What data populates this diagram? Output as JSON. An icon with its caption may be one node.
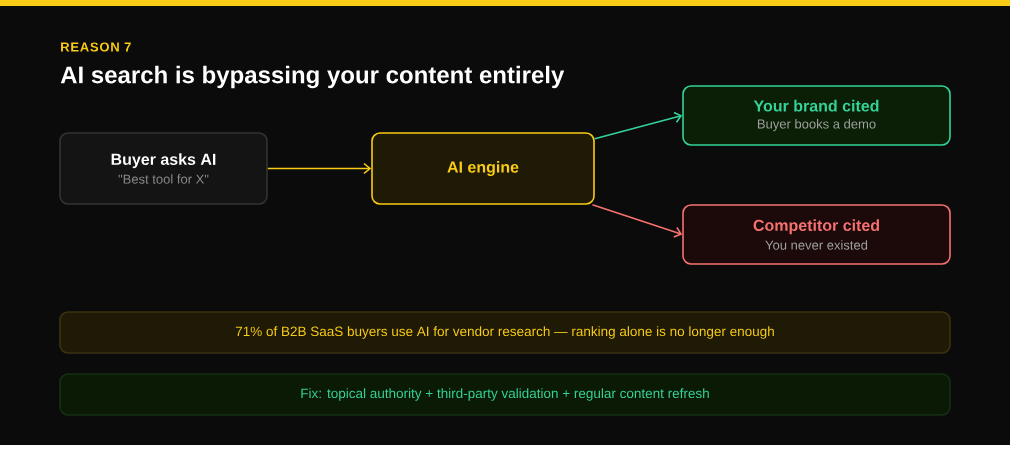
{
  "diagram": {
    "title": "AI search is bypassing your content entirely",
    "nodes": [
      {
        "text": [
          "Buyer asks AI",
          "\"Best tool for X\""
        ]
      },
      {
        "text": [
          "AI engine"
        ]
      },
      {
        "text": [
          "Your brand cited",
          "Buyer books a demo"
        ]
      },
      {
        "text": [
          "Competitor cited",
          "You never existed"
        ]
      },
      {
        "text": [
          "71% of B2B SaaS buyers use AI for vendor research — ranking alone is no longer enough"
        ]
      },
      {
        "text": [
          "Fix: topical authority + third-party validation + regular content refresh"
        ]
      }
    ],
    "edges": [
      {
        "from": 0,
        "to": 1,
        "arrow": "to",
        "color": "#facc15"
      },
      {
        "from": 1,
        "to": 2,
        "arrow": "to",
        "color": "#34d399"
      },
      {
        "from": 1,
        "to": 3,
        "arrow": "to",
        "color": "#f87171"
      }
    ],
    "labels": [
      "REASON 7"
    ]
  }
}
